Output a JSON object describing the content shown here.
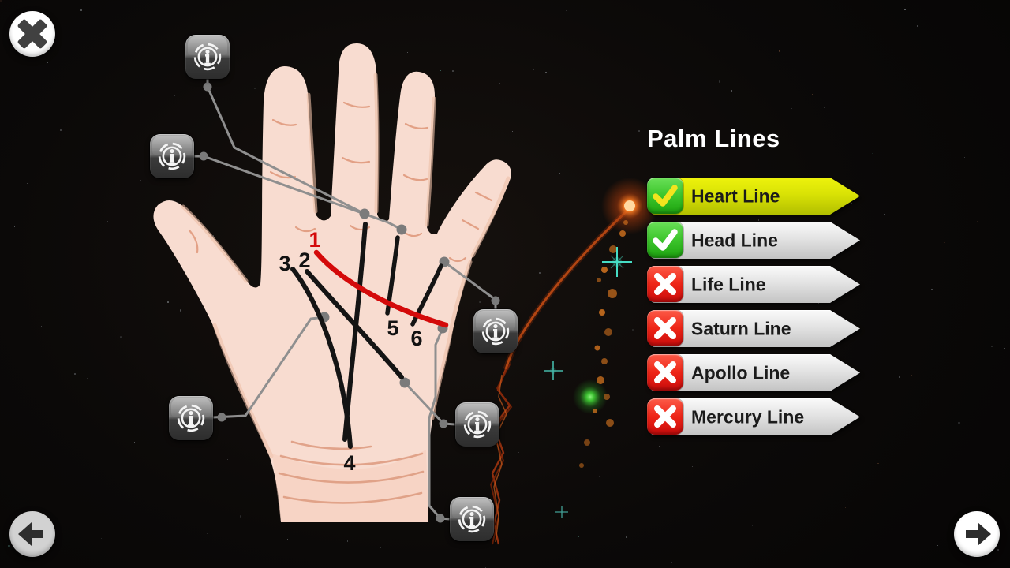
{
  "panel": {
    "title": "Palm Lines",
    "items": [
      {
        "label": "Heart Line",
        "status": "checked",
        "highlighted": true
      },
      {
        "label": "Head Line",
        "status": "checked",
        "highlighted": false
      },
      {
        "label": "Life Line",
        "status": "crossed",
        "highlighted": false
      },
      {
        "label": "Saturn Line",
        "status": "crossed",
        "highlighted": false
      },
      {
        "label": "Apollo Line",
        "status": "crossed",
        "highlighted": false
      },
      {
        "label": "Mercury Line",
        "status": "crossed",
        "highlighted": false
      }
    ]
  },
  "hand": {
    "labels": [
      {
        "text": "1",
        "color": "#d40a0a"
      },
      {
        "text": "2",
        "color": "#121212"
      },
      {
        "text": "3",
        "color": "#121212"
      },
      {
        "text": "4",
        "color": "#121212"
      },
      {
        "text": "5",
        "color": "#121212"
      },
      {
        "text": "6",
        "color": "#121212"
      }
    ]
  },
  "colors": {
    "highlight_banner": "#d9e205",
    "checked_green": "#3cc52c",
    "crossed_red": "#ee2517",
    "heart_line_red": "#d40a0a",
    "skin": "#f8dcd0"
  }
}
